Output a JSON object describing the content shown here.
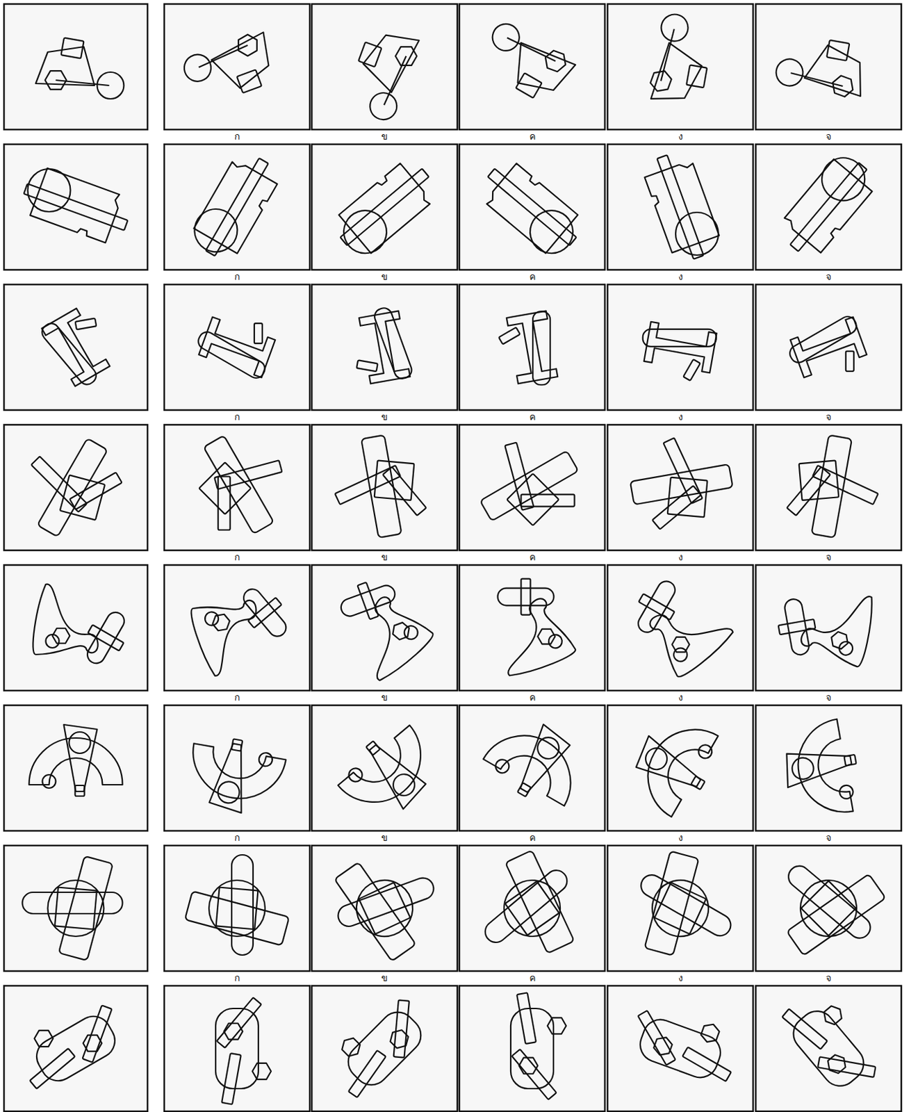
{
  "diagram": {
    "labels": [
      "ก",
      "ข",
      "ค",
      "ง",
      "จ",
      "ก",
      "ข",
      "ค",
      "ง",
      "จ",
      "ก",
      "ข",
      "ค",
      "ง",
      "จ",
      "ก",
      "ข",
      "ค",
      "ง",
      "จ",
      "ก",
      "ข",
      "ค",
      "ง",
      "จ",
      "ก",
      "ข",
      "ค",
      "ง",
      "จ",
      "ก",
      "ข",
      "ค",
      "ง",
      "จ"
    ]
  }
}
